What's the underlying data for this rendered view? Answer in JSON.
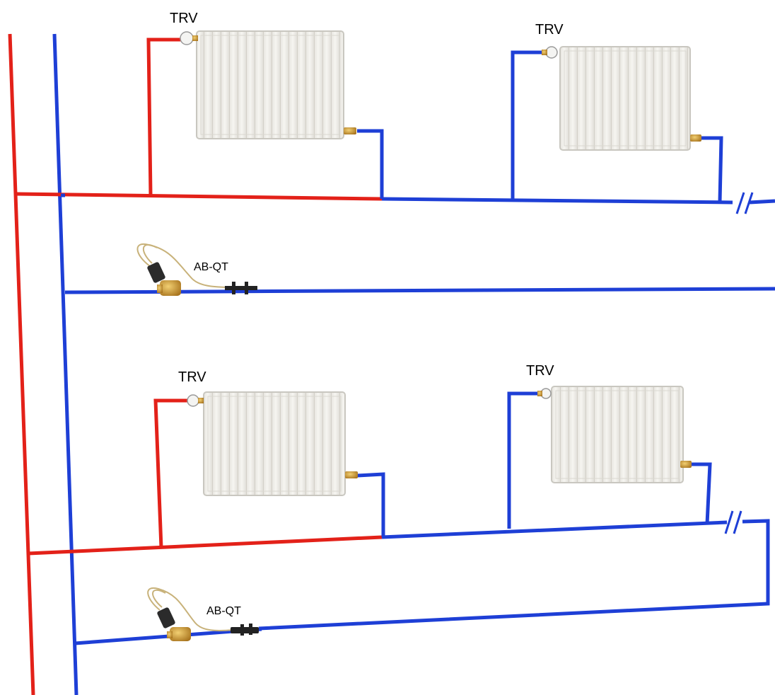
{
  "labels": {
    "trv_1": "TRV",
    "trv_2": "TRV",
    "trv_3": "TRV",
    "trv_4": "TRV",
    "abqt_1": "AB-QT",
    "abqt_2": "AB-QT"
  },
  "colors": {
    "supply": "#e32119",
    "return": "#1e3fd6",
    "radiator_body": "#f1efe9",
    "radiator_frame": "#c9c7c0",
    "brass": "#c9952f",
    "valve_head": "#2b2b2b"
  },
  "icons": {
    "trv": "thermostatic-radiator-valve-icon",
    "abqt": "pressure-independent-balancing-valve-icon",
    "break": "pipe-break-icon"
  }
}
